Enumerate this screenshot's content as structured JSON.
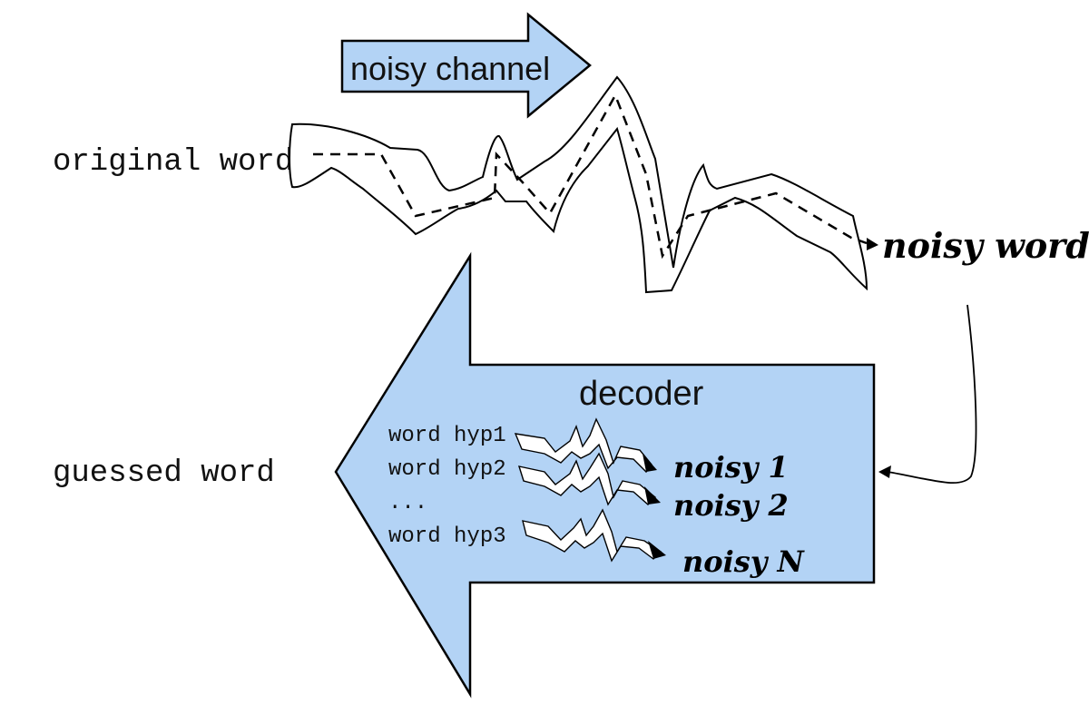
{
  "colors": {
    "arrow_fill": "#b3d3f5",
    "stroke": "#000000",
    "background": "#ffffff"
  },
  "labels": {
    "original_word": "original word",
    "noisy_channel": "noisy channel",
    "noisy_word": "noisy word",
    "decoder": "decoder",
    "guessed_word": "guessed word"
  },
  "hypotheses": [
    {
      "word": "word hyp1",
      "noisy": "noisy 1"
    },
    {
      "word": "word hyp2",
      "noisy": "noisy 2"
    },
    {
      "word": "word hyp3",
      "noisy": "noisy N"
    }
  ],
  "ellipsis": "..."
}
